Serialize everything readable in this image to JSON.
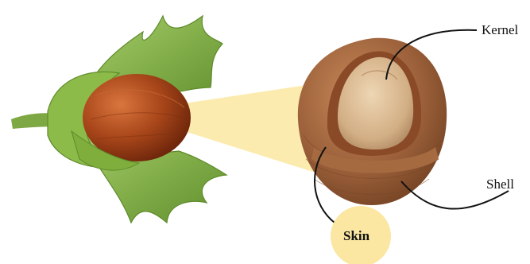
{
  "labels": {
    "kernel": "Kernel",
    "shell": "Shell",
    "skin": "Skin"
  },
  "colors": {
    "beam": "#fbe7a1",
    "skin_circle": "#fbe7a1",
    "leaf": "#8dbb4a",
    "nut_whole": "#a8461a",
    "shell": "#9a5f39",
    "kernel": "#d9b78f",
    "leader_line": "#111111"
  },
  "icons": [
    "hazelnut-whole-icon",
    "hazelnut-cross-section-icon"
  ]
}
